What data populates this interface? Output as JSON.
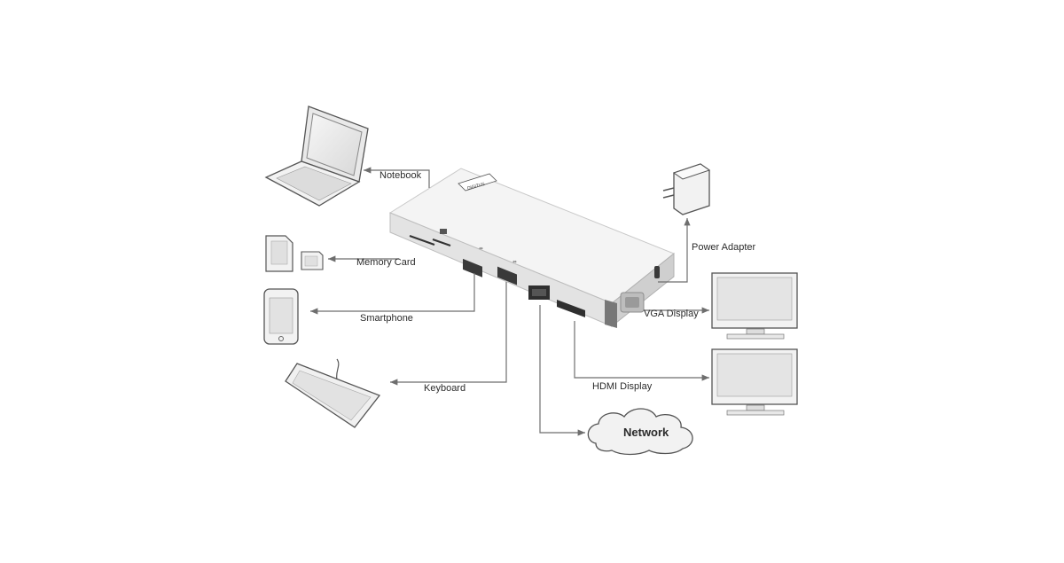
{
  "brand": "DIGITUS",
  "labels": {
    "notebook": "Notebook",
    "memory_card": "Memory Card",
    "smartphone": "Smartphone",
    "keyboard": "Keyboard",
    "power_adapter": "Power Adapter",
    "vga_display": "VGA Display",
    "hdmi_display": "HDMI Display",
    "network": "Network"
  },
  "colors": {
    "line": "#6e6e6e",
    "device_body": "#eeeeee",
    "device_edge": "#9a9a9a",
    "port": "#3a3a3a"
  }
}
